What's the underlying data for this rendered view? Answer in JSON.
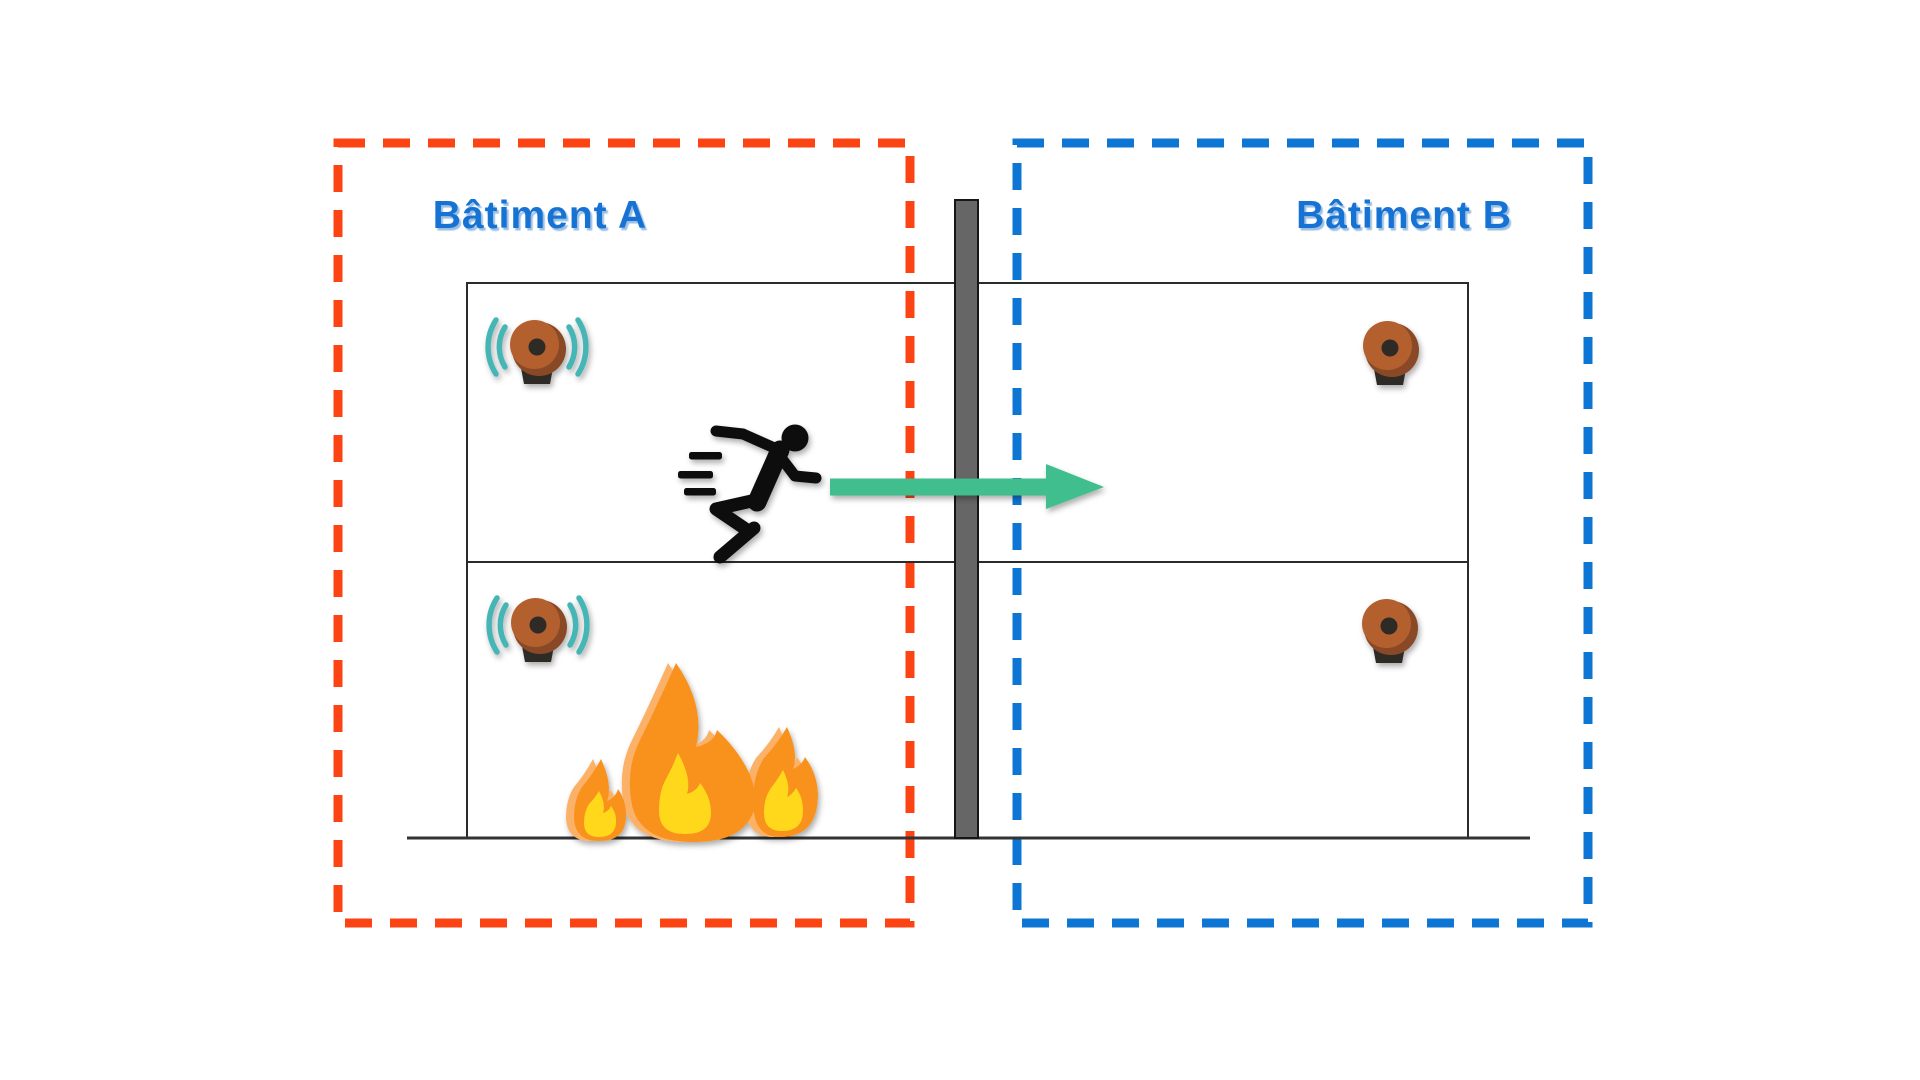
{
  "page": {
    "background": "#FFFFFF"
  },
  "diagram": {
    "label_color": "#1373D3",
    "building_a": {
      "label": "Bâtiment A",
      "zone_border_color": "#FB4313",
      "alarm_count": 2,
      "alarms_ringing": true,
      "fire_on_ground_floor": true
    },
    "building_b": {
      "label": "Bâtiment B",
      "zone_border_color": "#0D75D3",
      "alarm_count": 2,
      "alarms_ringing": false,
      "fire_on_ground_floor": false
    },
    "structure": {
      "floors": 2,
      "outline_color": "#2B2B2B",
      "firewall_color": "#666666",
      "firewall_border_color": "#161616",
      "ground_color": "#333333"
    },
    "arrow_color": "#41BE8E",
    "icon_colors": {
      "bell_body": "#B4602E",
      "bell_rim_shadow": "#8A4A26",
      "bell_center": "#2E2A26",
      "sound_wave": "#45B5B5",
      "fire_orange": "#F9921E",
      "fire_light_orange": "#FBB167",
      "fire_yellow": "#FFD81C",
      "runner_black": "#111111"
    }
  }
}
